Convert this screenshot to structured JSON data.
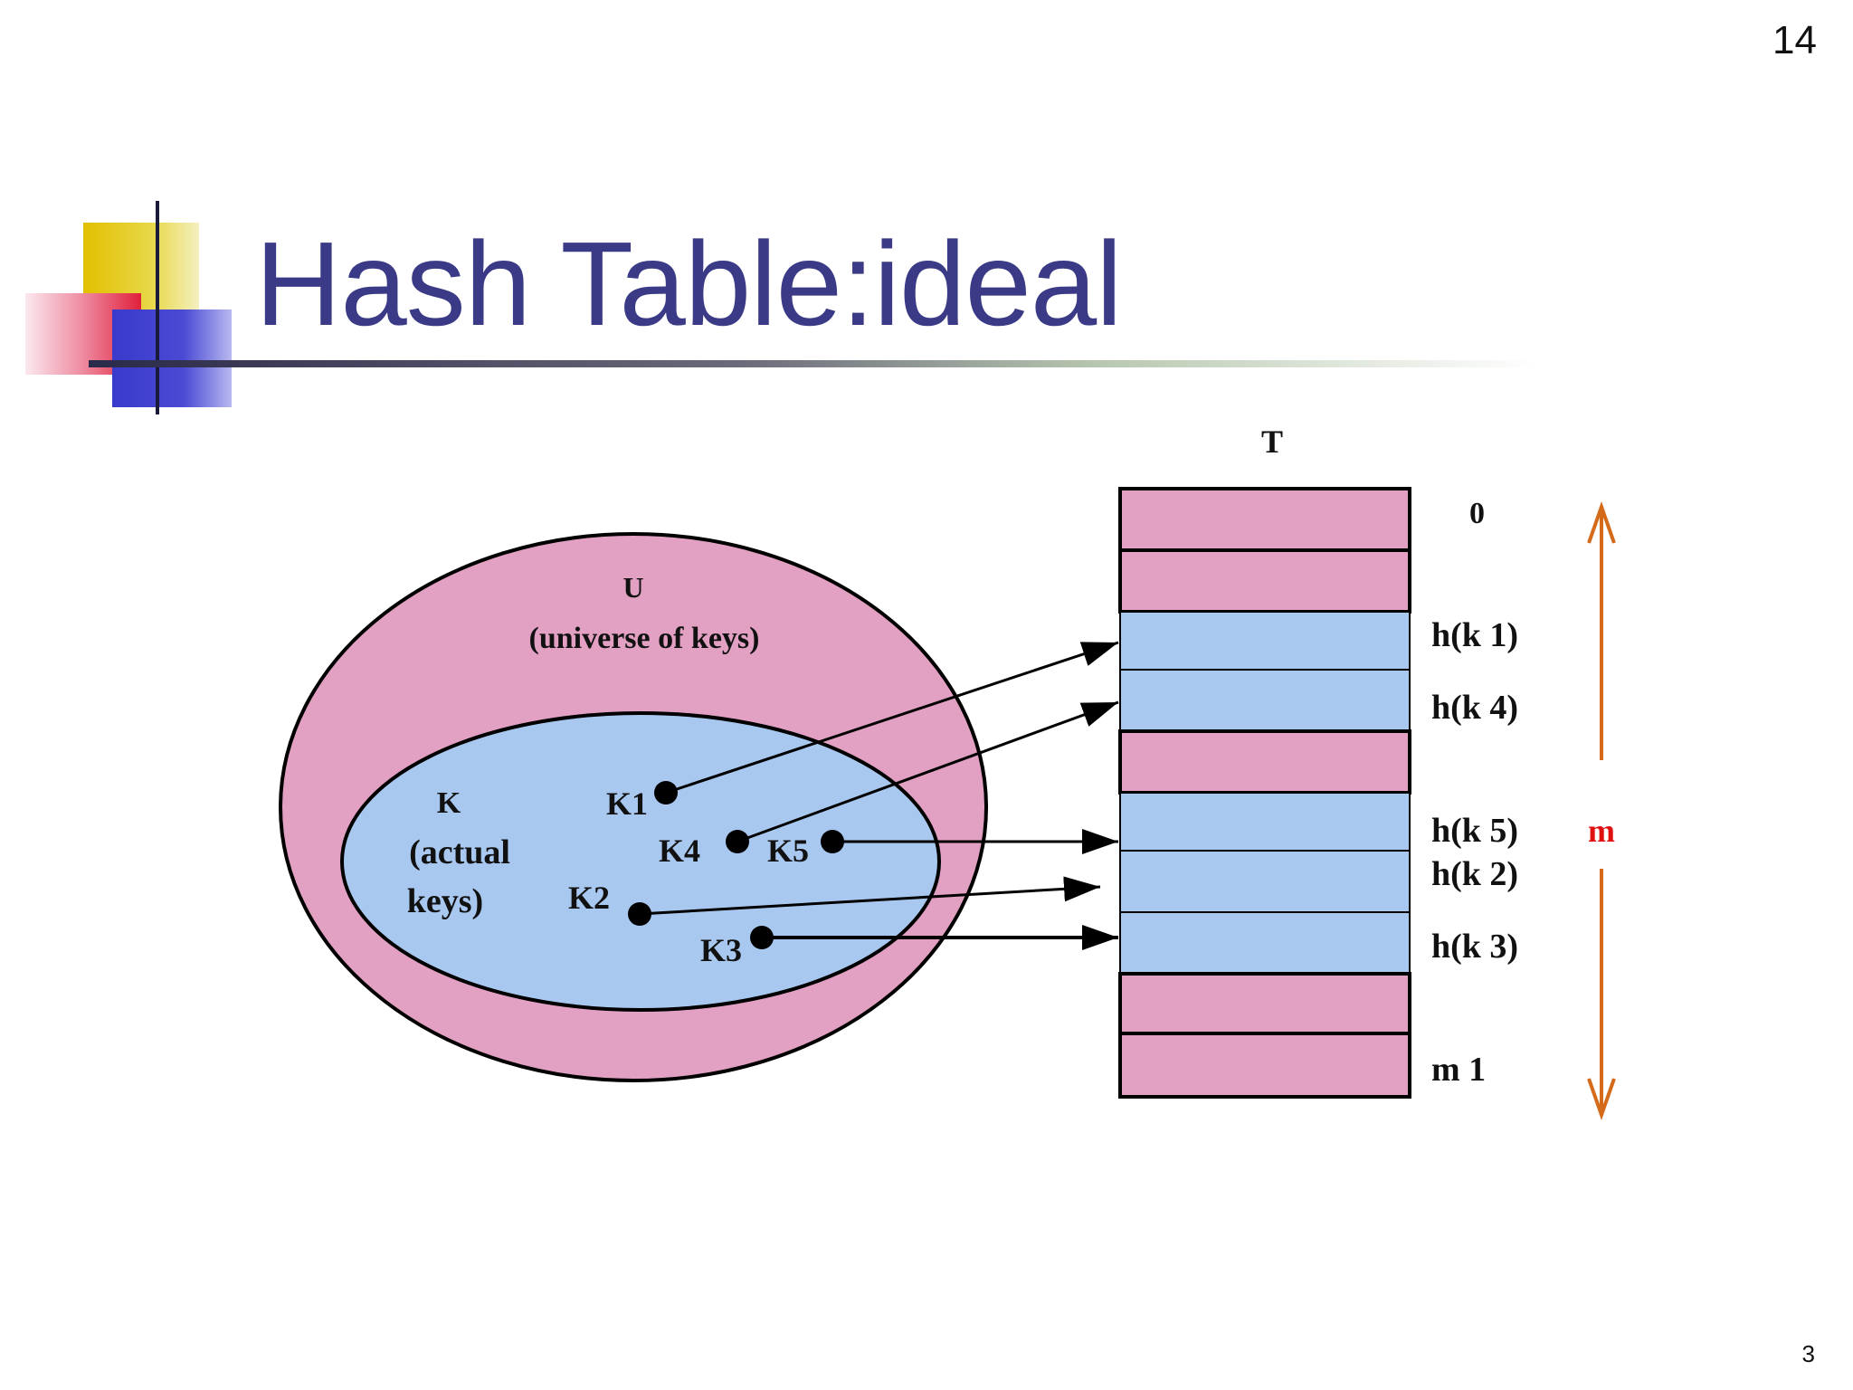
{
  "slide": {
    "number_top": "14",
    "number_bottom": "3",
    "title": "Hash Table:ideal"
  },
  "diagram": {
    "table_label": "T",
    "universe_label": "U",
    "universe_desc": "(universe of keys)",
    "keyset_label": "K",
    "keyset_desc_1": "(actual",
    "keyset_desc_2": "keys)",
    "keys": [
      "K1",
      "K4",
      "K5",
      "K2",
      "K3"
    ],
    "slot_labels": {
      "slot0": "0",
      "slot2": "h(k 1)",
      "slot3": "h(k 4)",
      "slot5": "h(k 5)",
      "slot6": "h(k 2)",
      "slot7": "h(k 3)",
      "slot9": "m 1"
    },
    "size_label": "m",
    "colors": {
      "pink": "#e2a0c2",
      "blue": "#a9c8ef",
      "title": "#3a3a86",
      "arrow_orange": "#d46a1a",
      "m_red": "#e01010"
    }
  }
}
